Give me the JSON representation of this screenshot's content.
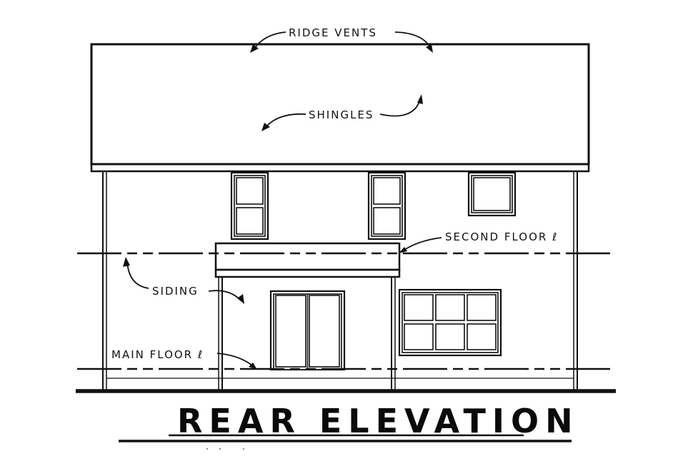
{
  "drawing": {
    "title": "REAR ELEVATION",
    "colors": {
      "ink": "#111111",
      "paper": "#ffffff"
    }
  },
  "labels": {
    "ridge_vents": "RIDGE VENTS",
    "shingles": "SHINGLES",
    "second_floor": "SECOND FLOOR ℓ",
    "siding": "SIDING",
    "main_floor": "MAIN FLOOR ℓ"
  },
  "elements": {
    "roof": {
      "type": "gable roof (rear face)",
      "material": "shingles"
    },
    "upper_windows": [
      {
        "id": "upper-left",
        "type": "double-hung",
        "panes": 2
      },
      {
        "id": "upper-center",
        "type": "double-hung",
        "panes": 2
      },
      {
        "id": "upper-right",
        "type": "fixed",
        "panes": 1
      }
    ],
    "porch_roof": {
      "type": "shed overhang"
    },
    "patio_door": {
      "type": "sliding glass door",
      "panels": 2
    },
    "lower_window": {
      "type": "grid window",
      "rows": 2,
      "cols": 3
    },
    "level_lines": [
      "SECOND FLOOR",
      "MAIN FLOOR"
    ]
  }
}
